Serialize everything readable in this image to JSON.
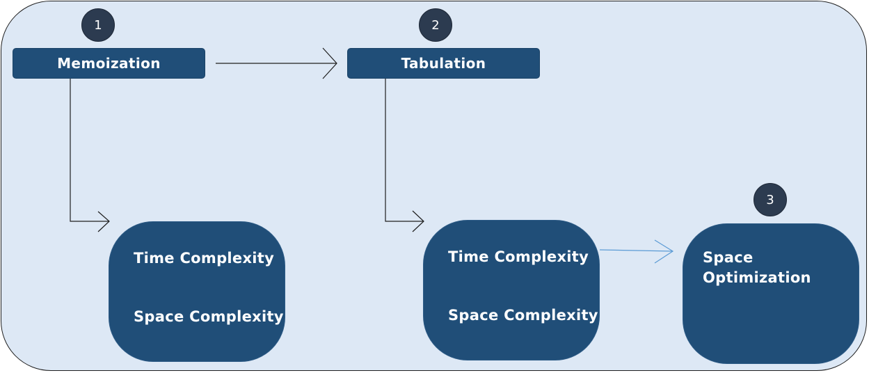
{
  "steps": [
    {
      "number": "1",
      "label": "Memoization"
    },
    {
      "number": "2",
      "label": "Tabulation"
    },
    {
      "number": "3"
    }
  ],
  "topics": {
    "memoization": {
      "line1": "Time Complexity",
      "line2": "Space Complexity"
    },
    "tabulation": {
      "line1": "Time Complexity",
      "line2": "Space Complexity"
    },
    "optimization": {
      "line1": "Space",
      "line2": "Optimization"
    }
  },
  "colors": {
    "background": "#dde8f5",
    "box_fill": "#204e78",
    "badge_fill": "#2c3b50",
    "text": "#ffffff",
    "connector": "#1f1f1f",
    "highlight_connector": "#5b9bd5"
  }
}
